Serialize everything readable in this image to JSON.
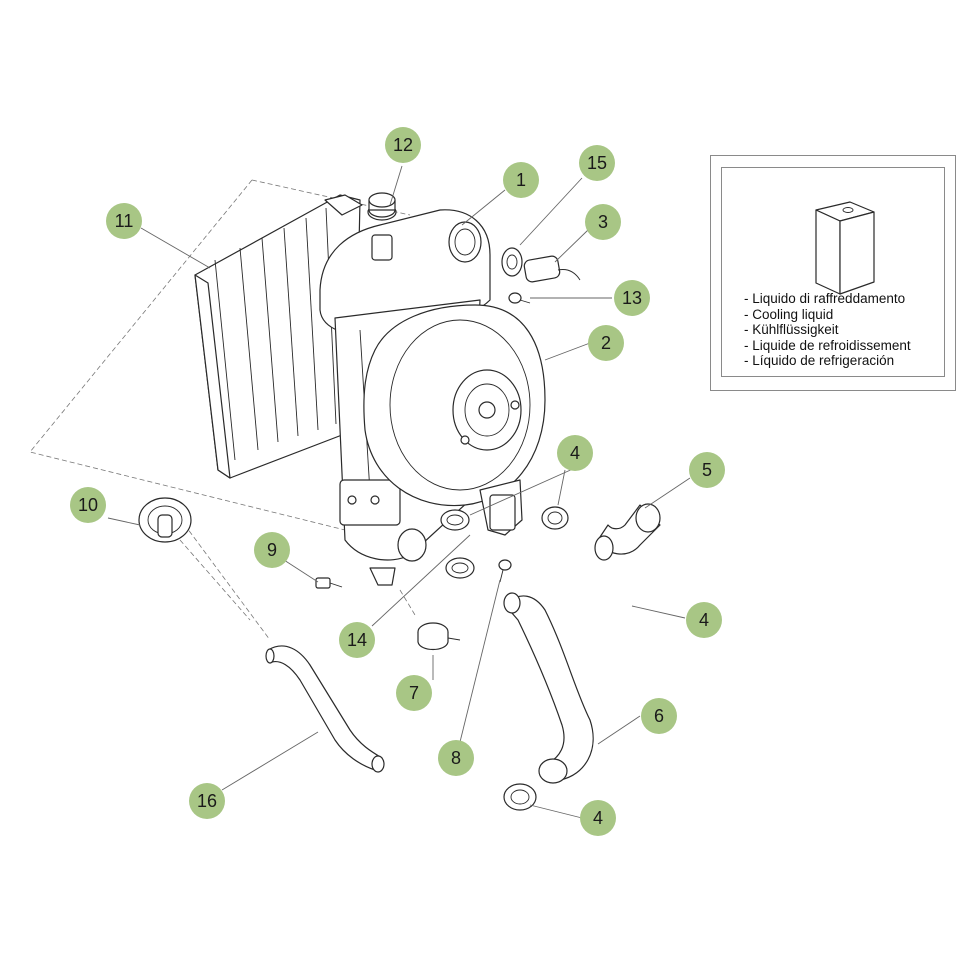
{
  "legend": {
    "items": [
      "- Liquido di raffreddamento",
      "- Cooling liquid",
      "- Kühlflüssigkeit",
      "- Liquide de refroidissement",
      "- Líquido de refrigeración"
    ]
  },
  "callouts": {
    "c1": "1",
    "c2": "2",
    "c3": "3",
    "c4a": "4",
    "c4b": "4",
    "c4c": "4",
    "c5": "5",
    "c6": "6",
    "c7": "7",
    "c8": "8",
    "c9": "9",
    "c10": "10",
    "c11": "11",
    "c12": "12",
    "c13": "13",
    "c14": "14",
    "c15": "15",
    "c16": "16"
  },
  "colors": {
    "callout_fill": "#a8c685",
    "line": "#2a2a2a"
  },
  "icons": {
    "coolant": "coolant-container-icon"
  }
}
